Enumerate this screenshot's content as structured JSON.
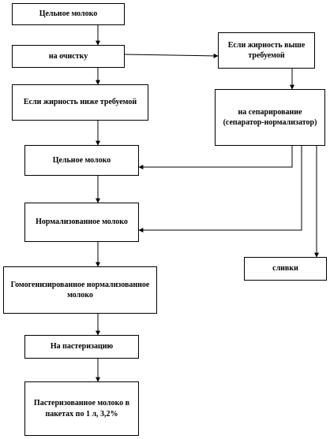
{
  "nodes": {
    "whole_milk_top": "Цельное молоко",
    "cleaning": "на очистку",
    "fat_higher": "Если жирность выше требуемой",
    "fat_lower": "Если жирность ниже требуемой",
    "separation": "на сепарирование (сепаратор-нормализатор)",
    "whole_milk_mid": "Цельное молоко",
    "normalized": "Нормализованное молоко",
    "cream": "сливки",
    "homogenized": "Гомогенизированное нормализованное молоко",
    "pasteurization": "На пастеризацию",
    "pasteurized": "Пастеризованное молоко в пакетах по 1 л, 3,2%"
  }
}
